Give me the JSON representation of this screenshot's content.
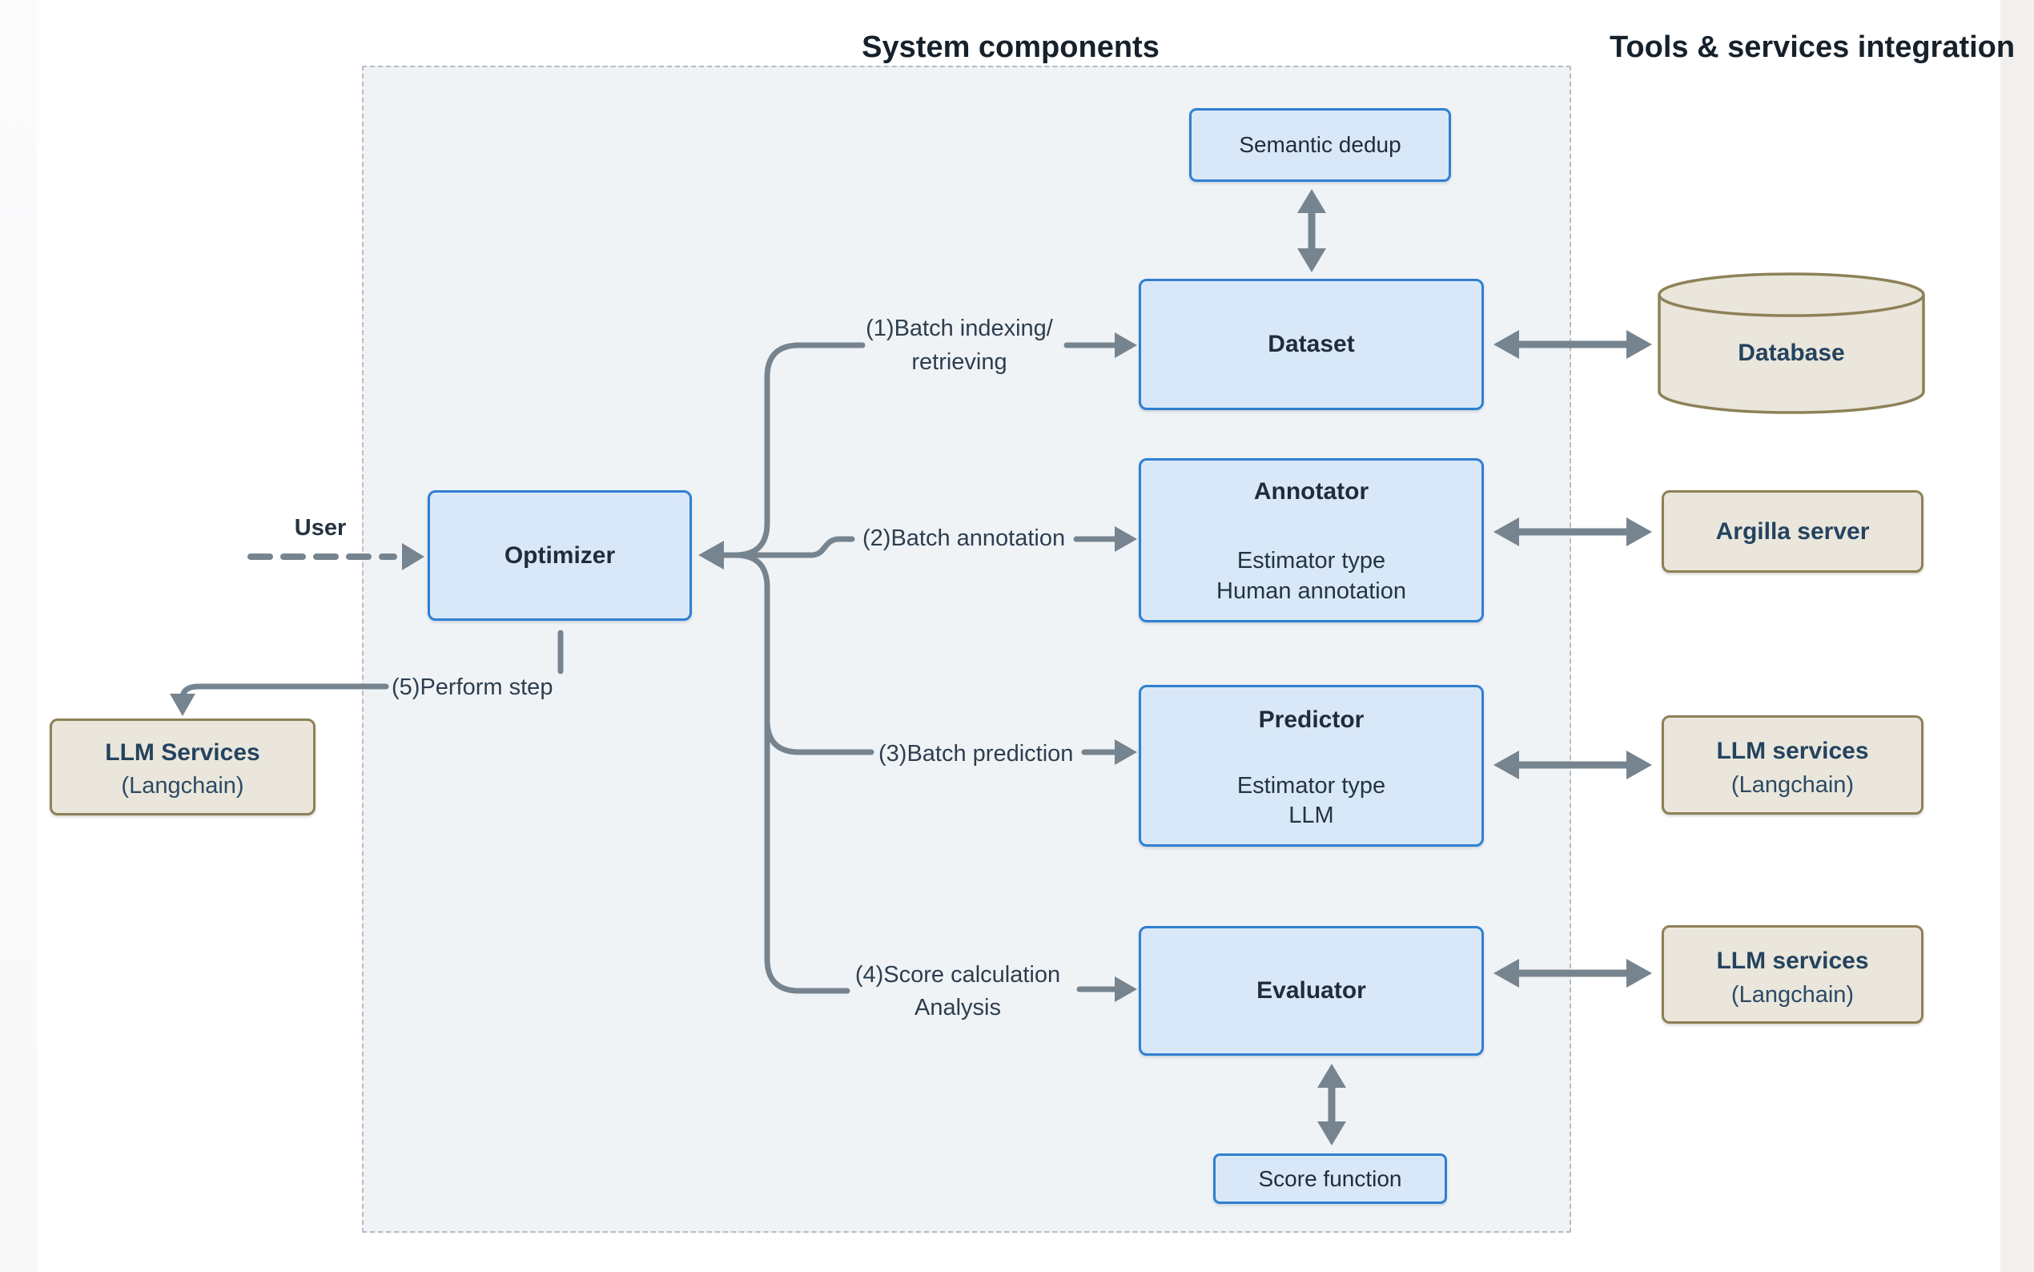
{
  "titles": {
    "system": "System components",
    "tools": "Tools & services integration"
  },
  "nodes": {
    "semantic_dedup": {
      "label": "Semantic dedup"
    },
    "dataset": {
      "label": "Dataset"
    },
    "annotator": {
      "title": "Annotator",
      "line1": "Estimator type",
      "line2": "Human annotation"
    },
    "predictor": {
      "title": "Predictor",
      "line1": "Estimator type",
      "line2": "LLM"
    },
    "evaluator": {
      "label": "Evaluator"
    },
    "optimizer": {
      "label": "Optimizer"
    },
    "score_function": {
      "label": "Score function"
    },
    "database": {
      "label": "Database"
    },
    "argilla": {
      "label": "Argilla server"
    },
    "llm_services_mid": {
      "title": "LLM services",
      "subtitle": "(Langchain)"
    },
    "llm_services_bottom": {
      "title": "LLM services",
      "subtitle": "(Langchain)"
    },
    "llm_services_left": {
      "title": "LLM Services",
      "subtitle": "(Langchain)"
    }
  },
  "edges": {
    "user": "User",
    "e1_line1": "(1)Batch indexing/",
    "e1_line2": "retrieving",
    "e2": "(2)Batch annotation",
    "e3": "(3)Batch prediction",
    "e4_line1": "(4)Score calculation",
    "e4_line2": "Analysis",
    "e5": "(5)Perform step"
  },
  "colors": {
    "blue_box_fill": "#d9e8f8",
    "blue_box_border": "#2f80d1",
    "tan_box_fill": "#eae6dc",
    "tan_box_border": "#8d8157",
    "arrow": "#76848f",
    "panel_bg": "#f0f3f6",
    "panel_border": "#b4bdc5",
    "text_dark": "#1f2d3a",
    "text_navy": "#24435e"
  }
}
